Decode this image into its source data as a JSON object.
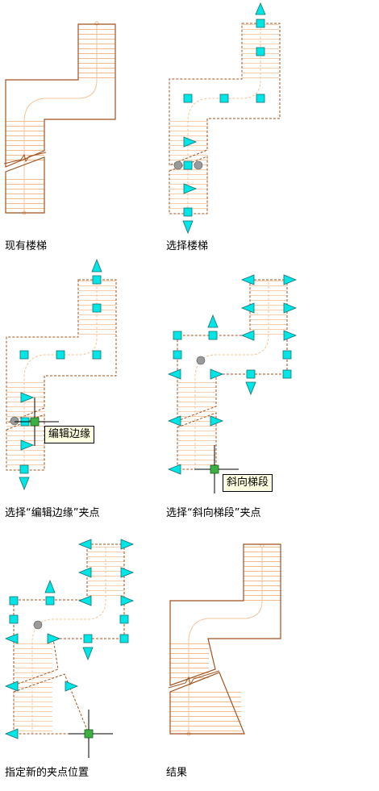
{
  "panels": [
    {
      "caption": "现有楼梯"
    },
    {
      "caption": "选择楼梯"
    },
    {
      "caption": "选择“编辑边缘”夹点",
      "tooltip": "编辑边缘"
    },
    {
      "caption": "选择“斜向梯段”夹点",
      "tooltip": "斜向梯段"
    },
    {
      "caption": "指定新的夹点位置"
    },
    {
      "caption": "结果"
    }
  ],
  "colors": {
    "outline": "#a0521e",
    "tread": "#f2b98a",
    "path": "#f2c49a",
    "grip": "#00e5e5",
    "grip_stroke": "#1a6f6f",
    "hot_grip": "#3cb043",
    "round_grip": "#9a9a9a",
    "crosshair": "#000000"
  }
}
